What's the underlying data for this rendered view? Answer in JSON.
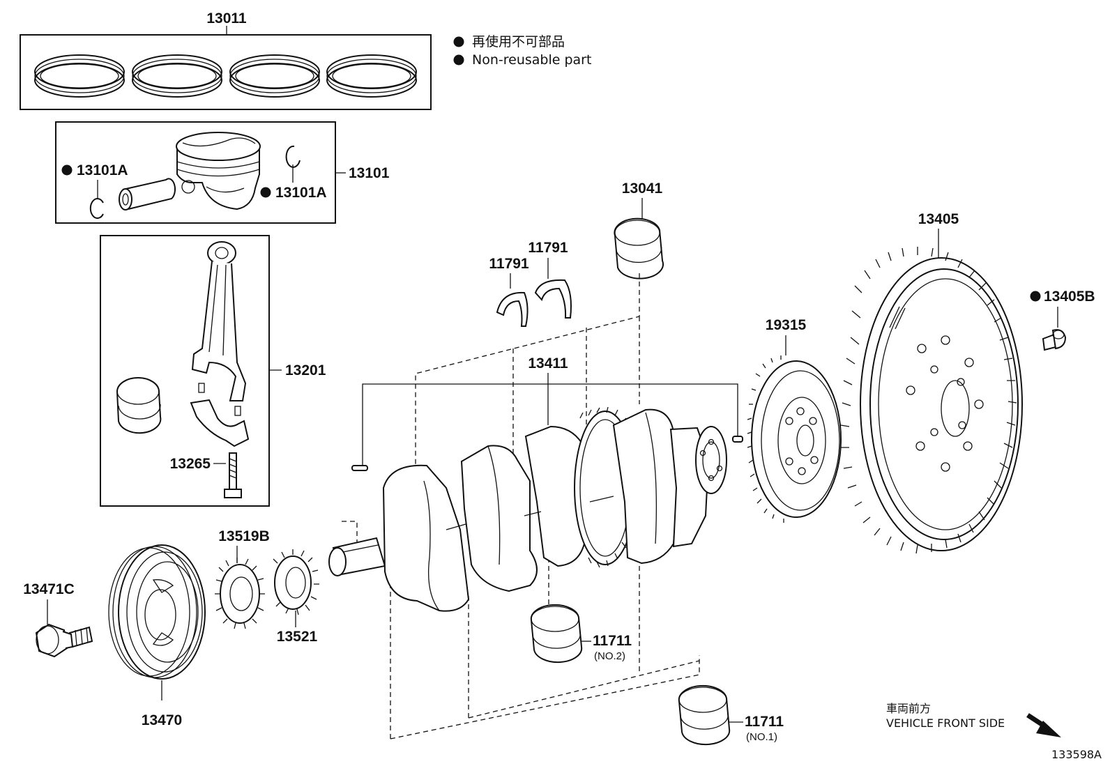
{
  "legend": {
    "jp": "再使用不可部品",
    "en": "Non-reusable part"
  },
  "direction": {
    "jp": "車両前方",
    "en": "VEHICLE FRONT SIDE"
  },
  "figure_id": "133598A",
  "parts": {
    "piston_ring_set": "13011",
    "piston_assy": "13101",
    "piston_snap_ring_left": "13101A",
    "piston_snap_ring_right": "13101A",
    "connecting_rod_assy": "13201",
    "connecting_rod_bolt": "13265",
    "crankshaft_bearing": "13041",
    "thrust_washer_left": "11791",
    "thrust_washer_right": "11791",
    "crankshaft": "13411",
    "signal_plate": "19315",
    "flywheel": "13405",
    "flywheel_bolt": "13405B",
    "crank_timing_sprocket": "13519B",
    "crank_sprocket": "13521",
    "pulley_bolt": "13471C",
    "crankshaft_pulley": "13470",
    "main_bearing_no2": "11711",
    "main_bearing_no2_note": "(NO.2)",
    "main_bearing_no1": "11711",
    "main_bearing_no1_note": "(NO.1)"
  },
  "colors": {
    "line": "#111111",
    "background": "#ffffff"
  }
}
